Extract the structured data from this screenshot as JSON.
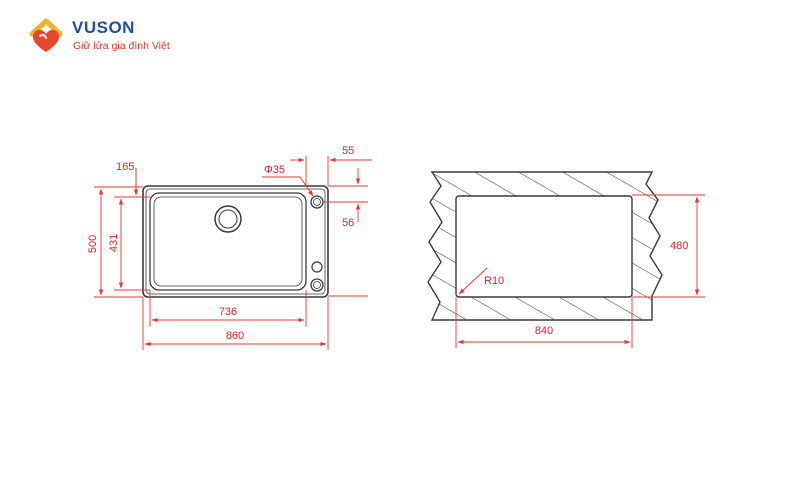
{
  "brand": {
    "name": "VUSON",
    "tagline": "Giữ lửa gia đình Việt",
    "colors": {
      "primary": "#1e4fa3",
      "accent": "#d93a2b",
      "logo_yellow": "#f4b323",
      "logo_red": "#e8452f"
    }
  },
  "sink_drawing": {
    "overall_width": "860",
    "bowl_width": "736",
    "overall_depth": "500",
    "bowl_depth": "431",
    "bowl_offset": "165",
    "tap_hole": "Φ35",
    "tap_offset_x": "55",
    "tap_offset_y": "56"
  },
  "cutout_drawing": {
    "width": "840",
    "depth": "480",
    "corner_radius": "R10"
  },
  "colors": {
    "dimension": "#e53935",
    "outline": "#3a3a3a"
  }
}
